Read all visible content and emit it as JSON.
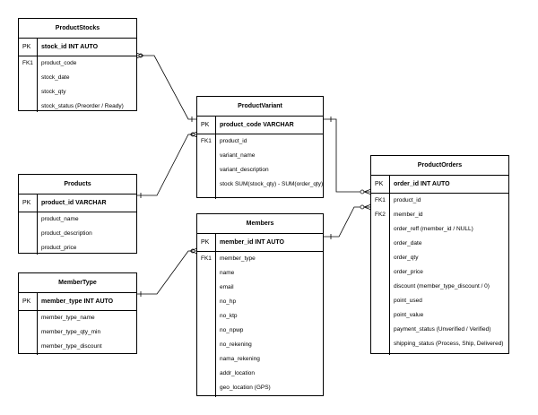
{
  "entities": {
    "product_stocks": {
      "title": "ProductStocks",
      "pk_label": "PK",
      "pk_field": "stock_id INT AUTO",
      "fk_labels": [
        "FK1"
      ],
      "fields": [
        "product_code",
        "stock_date",
        "stock_qty",
        "stock_status (Preorder / Ready)"
      ]
    },
    "product_variant": {
      "title": "ProductVariant",
      "pk_label": "PK",
      "pk_field": "product_code VARCHAR",
      "fk_labels": [
        "FK1"
      ],
      "fields": [
        "product_id",
        "variant_name",
        "variant_description",
        "stock SUM(stock_qty) - SUM(order_qty)"
      ]
    },
    "products": {
      "title": "Products",
      "pk_label": "PK",
      "pk_field": "product_id VARCHAR",
      "fk_labels": [],
      "fields": [
        "product_name",
        "product_description",
        "product_price"
      ]
    },
    "members": {
      "title": "Members",
      "pk_label": "PK",
      "pk_field": "member_id INT AUTO",
      "fk_labels": [
        "FK1"
      ],
      "fields": [
        "member_type",
        "name",
        "email",
        "no_hp",
        "no_ktp",
        "no_npwp",
        "no_rekening",
        "nama_rekening",
        "addr_location",
        "geo_location (GPS)"
      ]
    },
    "member_type": {
      "title": "MemberType",
      "pk_label": "PK",
      "pk_field": "member_type INT AUTO",
      "fk_labels": [],
      "fields": [
        "member_type_name",
        "member_type_qty_min",
        "member_type_discount"
      ]
    },
    "product_orders": {
      "title": "ProductOrders",
      "pk_label": "PK",
      "pk_field": "order_id INT AUTO",
      "fk_labels": [
        "FK1",
        "FK2"
      ],
      "fields": [
        "product_id",
        "member_id",
        "order_reff (member_id / NULL)",
        "order_date",
        "order_qty",
        "order_price",
        "discount (member_type_discount / 0)",
        "point_used",
        "point_value",
        "payment_status (Unverified / Verified)",
        "shipping_status (Process, Ship, Delivered)"
      ]
    }
  }
}
